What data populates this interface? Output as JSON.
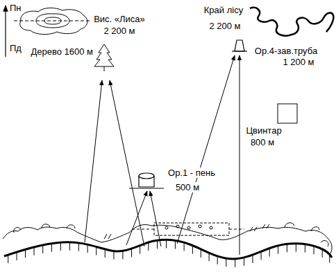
{
  "diagram": {
    "labels": [
      "Пн",
      "Пд",
      "Вис. «Лиса»",
      "2 200 м",
      "Дерево 1600 м",
      "Край лісу",
      "2 200 м",
      "Ор.4-зав.труба",
      "1 200 м",
      "Цвинтар",
      "800 м",
      "Ор.1 - пень",
      "500 м"
    ]
  }
}
